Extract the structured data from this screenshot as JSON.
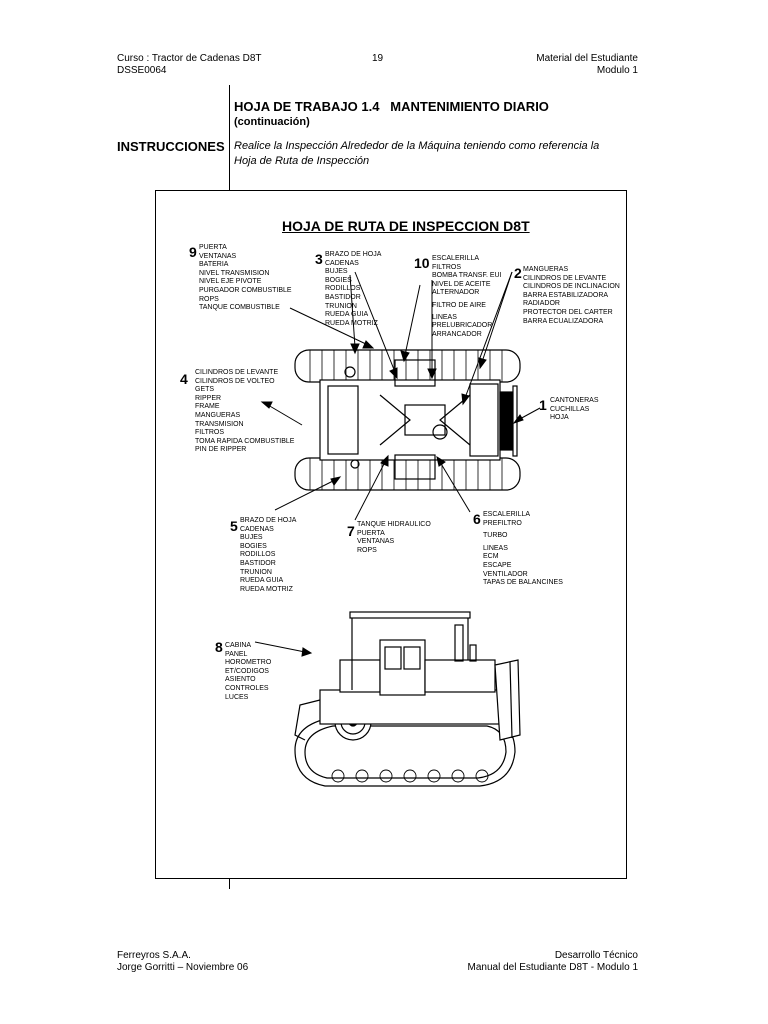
{
  "header": {
    "course": "Curso : Tractor de Cadenas D8T",
    "code": "DSSE0064",
    "page": "19",
    "material": "Material del Estudiante",
    "module": "Modulo 1"
  },
  "worksheet": {
    "title": "HOJA DE TRABAJO 1.4   MANTENIMIENTO DIARIO",
    "subtitle": "(continuación)",
    "instructions_label": "INSTRUCCIONES",
    "instructions_line1": "Realice la Inspección Alrededor de la Máquina teniendo como referencia la",
    "instructions_line2": "Hoja de Ruta de Inspección"
  },
  "route": {
    "title": "HOJA DE RUTA DE INSPECCION D8T",
    "groups": [
      {
        "num": "1",
        "items": [
          "CANTONERAS",
          "CUCHILLAS",
          "HOJA"
        ]
      },
      {
        "num": "2",
        "items": [
          "MANGUERAS",
          "CILINDROS DE LEVANTE",
          "CILINDROS DE INCLINACION",
          "BARRA ESTABILIZADORA",
          "RADIADOR",
          "PROTECTOR DEL CARTER",
          "BARRA ECUALIZADORA"
        ]
      },
      {
        "num": "3",
        "items": [
          "BRAZO DE HOJA",
          "CADENAS",
          "BUJES",
          "BOGIES",
          "RODILLOS",
          "BASTIDOR",
          "TRUNION",
          "RUEDA GUIA",
          "RUEDA MOTRIZ"
        ]
      },
      {
        "num": "4",
        "items": [
          "CILINDROS DE LEVANTE",
          "CILINDROS DE VOLTEO",
          "GETS",
          "RIPPER",
          "FRAME",
          "MANGUERAS",
          "TRANSMISION",
          "FILTROS",
          "TOMA RAPIDA COMBUSTIBLE",
          "PIN DE RIPPER"
        ]
      },
      {
        "num": "5",
        "items": [
          "BRAZO DE HOJA",
          "CADENAS",
          "BUJES",
          "BOGIES",
          "RODILLOS",
          "BASTIDOR",
          "TRUNION",
          "RUEDA GUIA",
          "RUEDA MOTRIZ"
        ]
      },
      {
        "num": "6",
        "items": [
          "ESCALERILLA",
          "PREFILTRO",
          "",
          "TURBO",
          "",
          "LINEAS",
          "ECM",
          "ESCAPE",
          "VENTILADOR",
          "TAPAS DE BALANCINES"
        ]
      },
      {
        "num": "7",
        "items": [
          "TANQUE HIDRAULICO",
          "PUERTA",
          "VENTANAS",
          "ROPS"
        ]
      },
      {
        "num": "8",
        "items": [
          "CABINA",
          "PANEL",
          "HOROMETRO",
          "ET/CODIGOS",
          "ASIENTO",
          "CONTROLES",
          "LUCES"
        ]
      },
      {
        "num": "9",
        "items": [
          "PUERTA",
          "VENTANAS",
          "BATERIA",
          "NIVEL TRANSMISION",
          "NIVEL EJE PIVOTE",
          "PURGADOR COMBUSTIBLE",
          "ROPS",
          "TANQUE COMBUSTIBLE"
        ]
      },
      {
        "num": "10",
        "items": [
          "ESCALERILLA",
          "FILTROS",
          "BOMBA TRANSF. EUI",
          "NIVEL DE ACEITE",
          "ALTERNADOR",
          "",
          "FILTRO DE AIRE",
          "",
          "LINEAS",
          "PRELUBRICADOR",
          "ARRANCADOR"
        ]
      }
    ]
  },
  "footer": {
    "company": "Ferreyros S.A.A.",
    "author": "Jorge Gorritti – Noviembre 06",
    "dept": "Desarrollo Técnico",
    "manual": "Manual del Estudiante D8T - Modulo 1"
  }
}
